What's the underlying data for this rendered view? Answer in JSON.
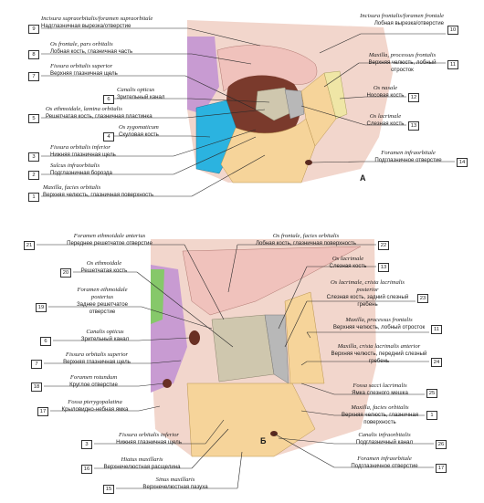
{
  "panel_a": {
    "letter": "A",
    "labels": [
      {
        "num": "9",
        "latin": "Incisura supraorbitalis/foramen supraorbitale",
        "russian": "Надглазничная вырезка/отверстие"
      },
      {
        "num": "8",
        "latin": "Os frontale, pars orbitalis",
        "russian": "Лобная кость, глазничная часть"
      },
      {
        "num": "7",
        "latin": "Fissura orbitalis superior",
        "russian": "Верхняя глазничная щель"
      },
      {
        "num": "6",
        "latin": "Canalis opticus",
        "russian": "Зрительный канал"
      },
      {
        "num": "5",
        "latin": "Os ethmoidale, lamina orbitalis",
        "russian": "Решетчатая кость, глазничная пластинка"
      },
      {
        "num": "4",
        "latin": "Os zygomaticum",
        "russian": "Скуловая кость"
      },
      {
        "num": "3",
        "latin": "Fissura orbitalis inferior",
        "russian": "Нижняя глазничная щель"
      },
      {
        "num": "2",
        "latin": "Sulcus infraorbitalis",
        "russian": "Подглазничная борозда"
      },
      {
        "num": "1",
        "latin": "Maxilla, facies orbitalis",
        "russian": "Верхняя челюсть, глазничная поверхность"
      },
      {
        "num": "10",
        "latin": "Incisura frontalis/foramen frontale",
        "russian": "Лобная вырезка/отверстие"
      },
      {
        "num": "11",
        "latin": "Maxilla, processus frontalis",
        "russian": "Верхняя челюсть, лобный отросток"
      },
      {
        "num": "12",
        "latin": "Os nasale",
        "russian": "Носовая кость"
      },
      {
        "num": "13",
        "latin": "Os lacrimale",
        "russian": "Слезная кость"
      },
      {
        "num": "14",
        "latin": "Foramen infraorbitale",
        "russian": "Подглазничное отверстие"
      }
    ]
  },
  "panel_b": {
    "letter": "Б",
    "labels": [
      {
        "num": "21",
        "latin": "Foramen ethmoidale anterius",
        "russian": "Переднее решетчатое отверстие"
      },
      {
        "num": "20",
        "latin": "Os ethmoidale",
        "russian": "Решетчатая кость"
      },
      {
        "num": "19",
        "latin": "Foramen ethmoidale posterius",
        "russian": "Заднее решетчатое отверстие"
      },
      {
        "num": "6",
        "latin": "Canalis opticus",
        "russian": "Зрительный канал"
      },
      {
        "num": "7",
        "latin": "Fissura orbitalis superior",
        "russian": "Верхняя глазничная щель"
      },
      {
        "num": "18",
        "latin": "Foramen rotundum",
        "russian": "Круглое отверстие"
      },
      {
        "num": "17",
        "latin": "Fossa pterygopalatina",
        "russian": "Крыловидно-небная ямка"
      },
      {
        "num": "3",
        "latin": "Fissura orbitalis inferior",
        "russian": "Нижняя глазничная щель"
      },
      {
        "num": "16",
        "latin": "Hiatus maxillaris",
        "russian": "Верхнечелюстная расщелина"
      },
      {
        "num": "15",
        "latin": "Sinus maxillaris",
        "russian": "Верхнечелюстная пазуха"
      },
      {
        "num": "22",
        "latin": "Os frontale, facies orbitalis",
        "russian": "Лобная кость, глазничная поверхность"
      },
      {
        "num": "13",
        "latin": "Os lacrimale",
        "russian": "Слезная кость"
      },
      {
        "num": "23",
        "latin": "Os lacrimale, crista lacrimalis posterior",
        "russian": "Слезная кость, задний слезный гребень"
      },
      {
        "num": "11",
        "latin": "Maxilla, processus frontalis",
        "russian": "Верхняя челюсть, лобный отросток"
      },
      {
        "num": "24",
        "latin": "Maxilla, crista lacrimalis anterior",
        "russian": "Верхняя челюсть, передний слезный гребень"
      },
      {
        "num": "25",
        "latin": "Fossa sacci lacrimalis",
        "russian": "Ямка слезного мешка"
      },
      {
        "num": "1",
        "latin": "Maxilla, facies orbitalis",
        "russian": "Верхняя челюсть, глазничная поверхность"
      },
      {
        "num": "26",
        "latin": "Canalis infraorbitalis",
        "russian": "Подглазничный канал"
      },
      {
        "num": "17",
        "latin": "Foramen infraorbitale",
        "russian": "Подглазничное отверстие"
      }
    ]
  },
  "colors": {
    "frontal": "#f0c2bc",
    "ethmoid": "#cfc7ae",
    "zygomatic": "#2bb3e0",
    "maxilla": "#f6d49a",
    "sphenoid": "#c89bd2",
    "lacrimal": "#b8b8b8",
    "nasal": "#efe6a6",
    "palatine": "#86c86a",
    "bone": "#f2d6cc"
  }
}
